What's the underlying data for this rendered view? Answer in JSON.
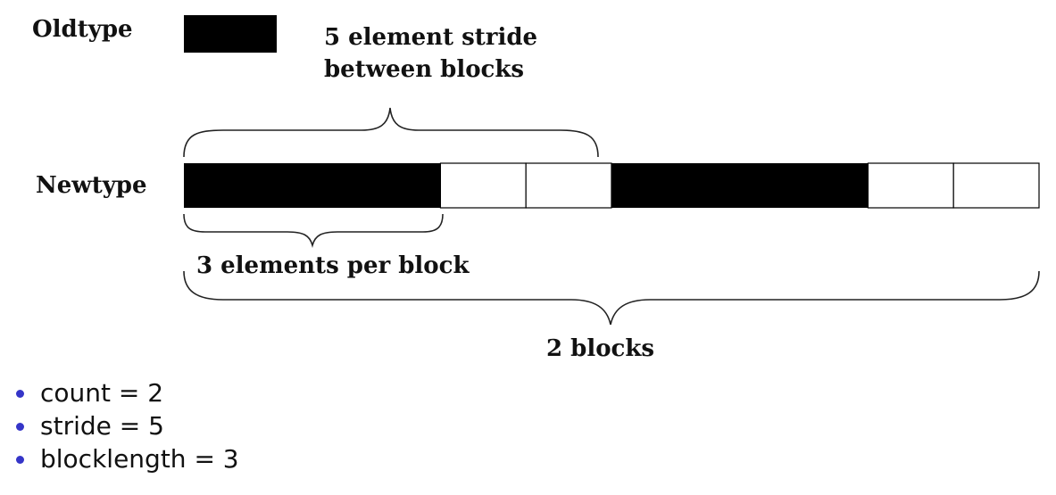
{
  "labels": {
    "oldtype": "Oldtype",
    "newtype": "Newtype",
    "stride_line1": "5 element stride",
    "stride_line2": "between blocks",
    "per_block": "3 elements per block",
    "blocks": "2 blocks"
  },
  "cells": [
    {
      "filled": true
    },
    {
      "filled": true
    },
    {
      "filled": true
    },
    {
      "filled": false
    },
    {
      "filled": false
    },
    {
      "filled": true
    },
    {
      "filled": true
    },
    {
      "filled": true
    },
    {
      "filled": false
    },
    {
      "filled": false
    }
  ],
  "bullets": [
    {
      "text": "count = 2"
    },
    {
      "text": "stride = 5"
    },
    {
      "text": "blocklength = 3"
    }
  ],
  "colors": {
    "filled": "#000000",
    "empty": "#ffffff",
    "bullet": "#3535c8"
  }
}
